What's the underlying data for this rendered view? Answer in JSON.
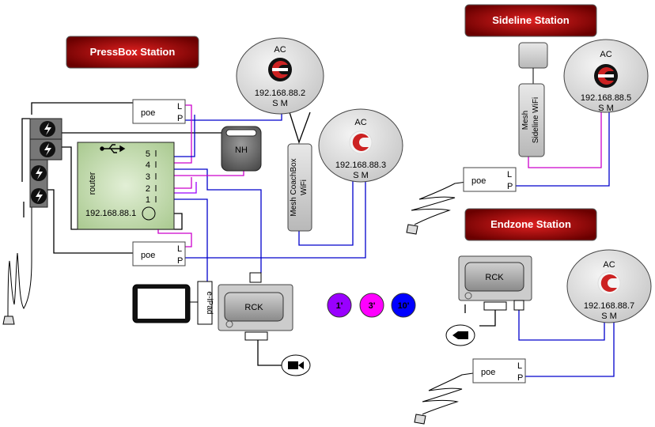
{
  "stations": {
    "pressbox": "PressBox Station",
    "sideline": "Sideline Station",
    "endzone": "Endzone Station"
  },
  "ac_units": [
    {
      "label": "AC",
      "ip": "192.168.88.2",
      "sm": "S M"
    },
    {
      "label": "AC",
      "ip": "192.168.88.3",
      "sm": "S M"
    },
    {
      "label": "AC",
      "ip": "192.168.88.5",
      "sm": "S M"
    },
    {
      "label": "AC",
      "ip": "192.168.88.7",
      "sm": "S M"
    }
  ],
  "poe": {
    "label": "poe",
    "l": "L",
    "p": "P"
  },
  "router": {
    "label": "router",
    "ip": "192.168.88.1",
    "ports": [
      "5",
      "4",
      "3",
      "2",
      "1"
    ]
  },
  "nh": "NH",
  "mesh_coachbox": {
    "line1": "Mesh CoachBox",
    "line2": "WiFi"
  },
  "mesh_sideline": {
    "line1": "Mesh",
    "line2": "Sideline  WiFi"
  },
  "rck": "RCK",
  "eipad": "e-iPad",
  "legend": [
    {
      "label": "1'",
      "color": "#9900ff"
    },
    {
      "label": "3'",
      "color": "#ff00ff"
    },
    {
      "label": "10'",
      "color": "#0000ff"
    }
  ],
  "colors": {
    "station_red": "#b00000",
    "cable_blue": "#0000cc",
    "cable_magenta": "#cc00cc",
    "cable_purple": "#9900ff",
    "router_green": "#c6dcb0"
  }
}
